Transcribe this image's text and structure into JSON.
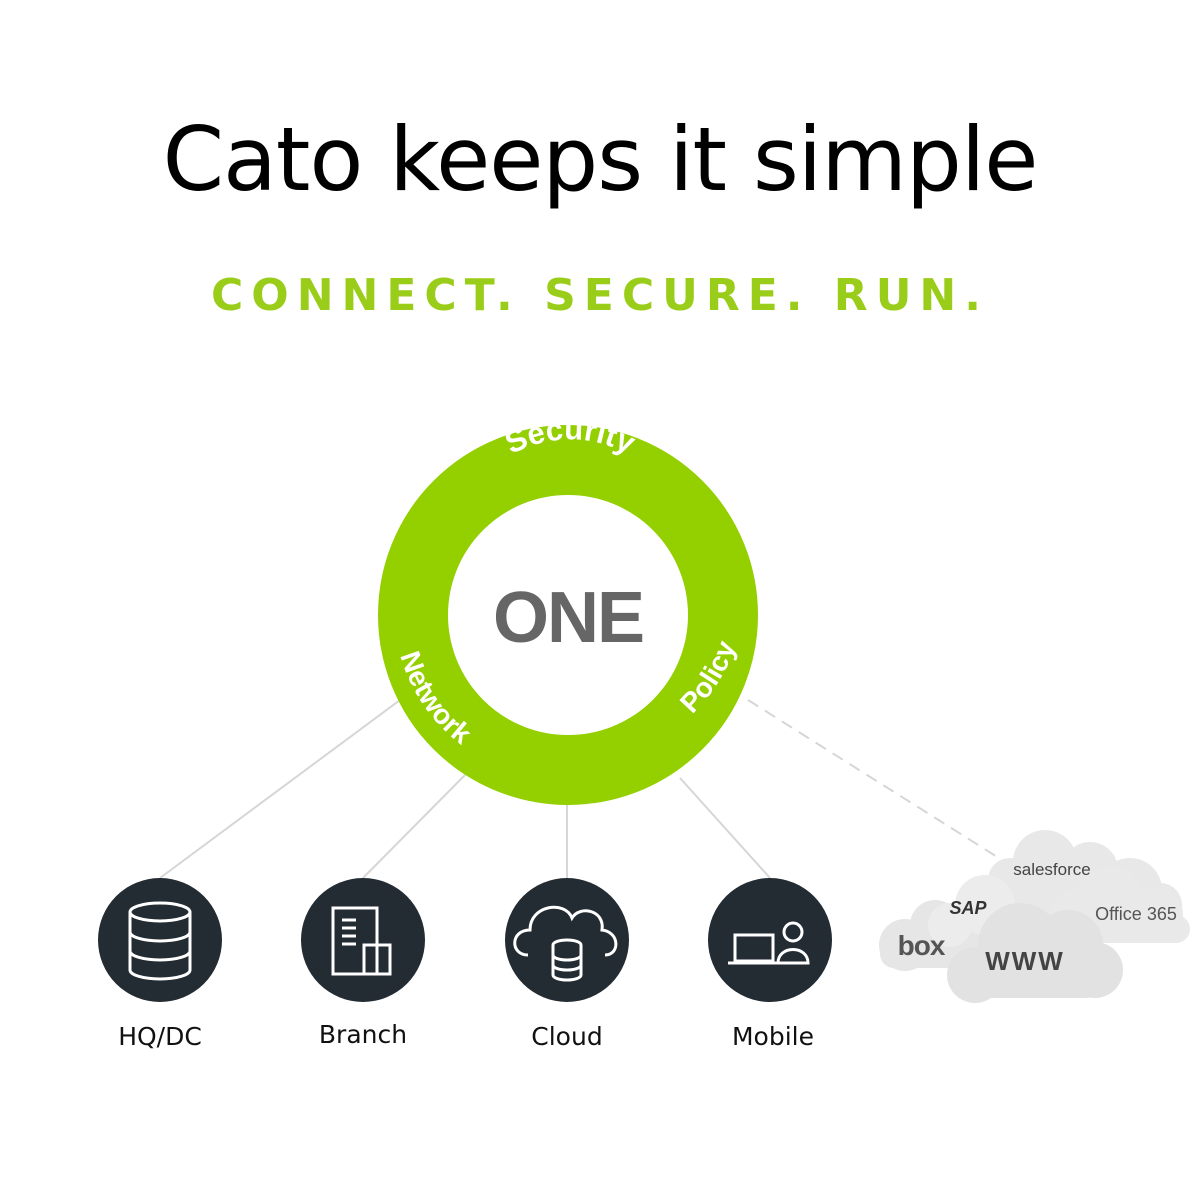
{
  "headline": "Cato keeps it simple",
  "tagline": "CONNECT. SECURE. RUN.",
  "ring": {
    "center": "ONE",
    "segments": [
      "Security",
      "Network",
      "Policy"
    ]
  },
  "nodes": [
    {
      "label": "HQ/DC",
      "icon": "database-icon"
    },
    {
      "label": "Branch",
      "icon": "building-icon"
    },
    {
      "label": "Cloud",
      "icon": "cloud-database-icon"
    },
    {
      "label": "Mobile",
      "icon": "mobile-user-icon"
    }
  ],
  "internet": {
    "clouds": [
      "salesforce",
      "SAP",
      "Office 365",
      "box",
      "WWW"
    ]
  },
  "colors": {
    "accent": "#9acd1a",
    "ring": "#94cf00",
    "node": "#232b33",
    "center_text": "#666666",
    "connector": "#d6d6d6",
    "cloud": "#e6e6e6"
  }
}
